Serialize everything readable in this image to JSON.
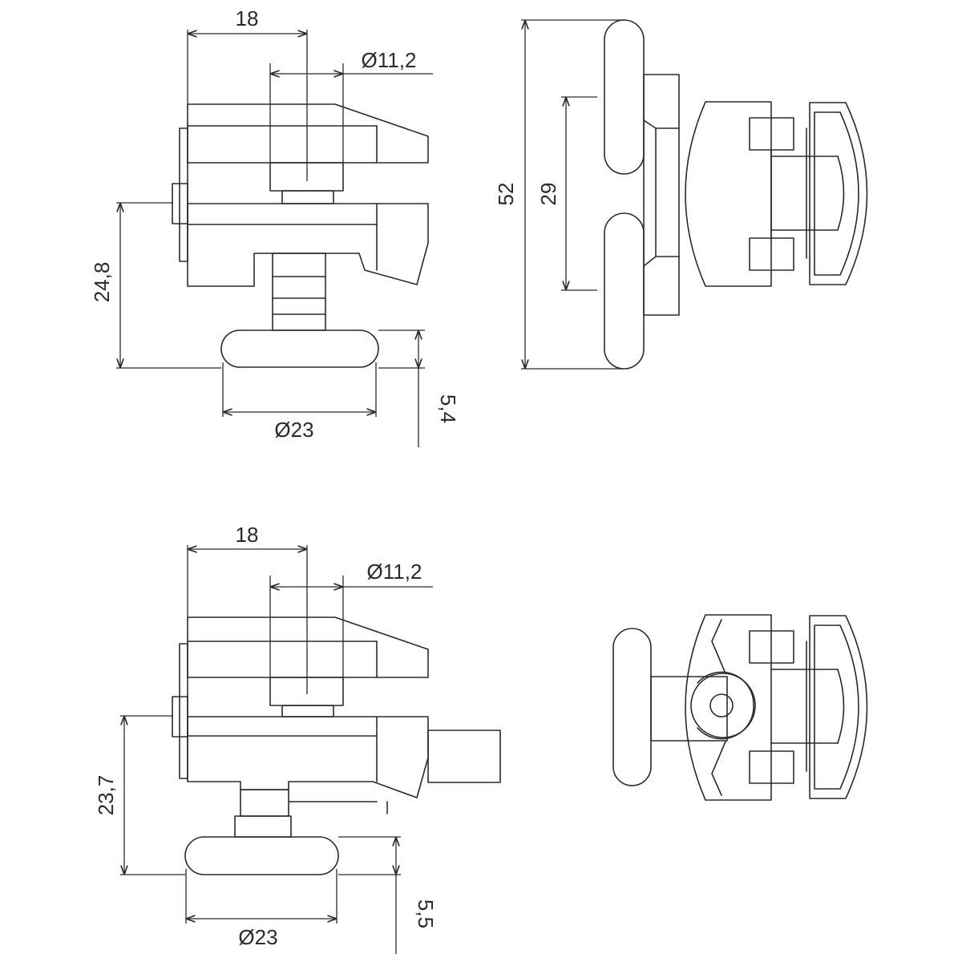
{
  "colors": {
    "line": "#2b2b2b",
    "background": "#ffffff"
  },
  "top_side_view": {
    "dim_width": "18",
    "dim_bore": "Ø11,2",
    "dim_height": "24,8",
    "dim_knob_diameter": "Ø23",
    "dim_knob_thickness": "5,4"
  },
  "top_front_view": {
    "dim_overall": "52",
    "dim_inner": "29"
  },
  "bottom_side_view": {
    "dim_width": "18",
    "dim_bore": "Ø11,2",
    "dim_height": "23,7",
    "dim_knob_diameter": "Ø23",
    "dim_knob_thickness": "5,5"
  }
}
